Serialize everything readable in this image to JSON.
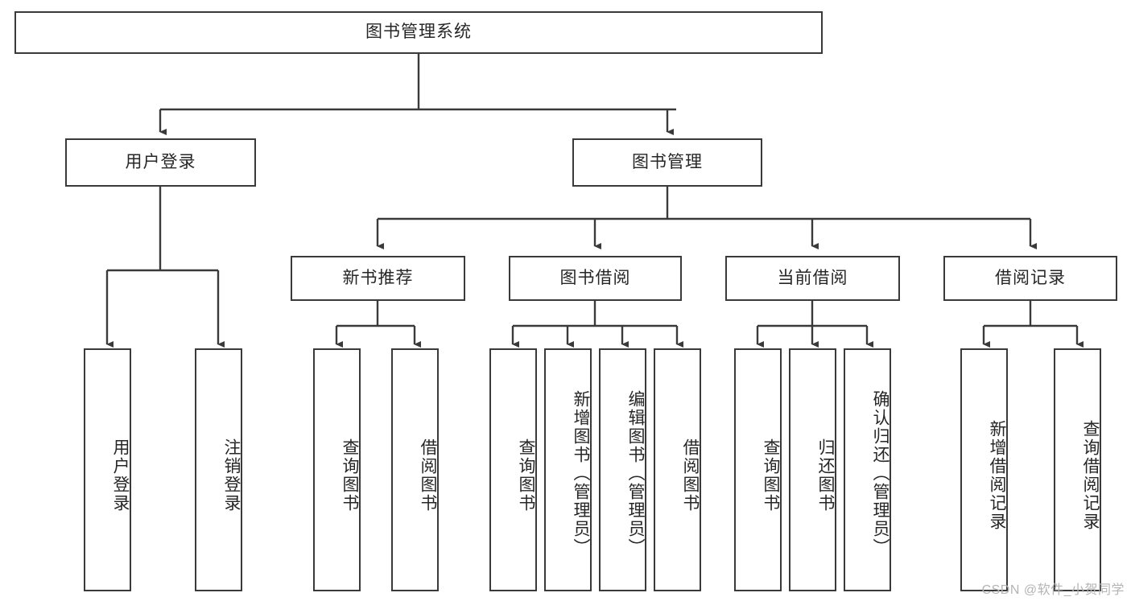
{
  "diagram": {
    "title": "图书管理系统",
    "type": "tree-structure-chart",
    "orientation": "top-down",
    "colors": {
      "box_border": "#3a3a3a",
      "box_fill": "#ffffff",
      "edge": "#3a3a3a",
      "text": "#262626",
      "watermark": "#b4b4b4",
      "background": "#ffffff"
    }
  },
  "nodes": {
    "root": {
      "label": "图书管理系统"
    },
    "level2": [
      {
        "id": "user-login",
        "label": "用户登录"
      },
      {
        "id": "book-management",
        "label": "图书管理"
      }
    ],
    "level3": [
      {
        "id": "new-book-recommend",
        "label": "新书推荐"
      },
      {
        "id": "book-borrow",
        "label": "图书借阅"
      },
      {
        "id": "current-borrow",
        "label": "当前借阅"
      },
      {
        "id": "borrow-record",
        "label": "借阅记录"
      }
    ],
    "leaves": {
      "user-login": [
        {
          "id": "leaf-user-login",
          "label": "用户登录"
        },
        {
          "id": "leaf-logout",
          "label": "注销登录"
        }
      ],
      "new-book-recommend": [
        {
          "id": "leaf-query-book-1",
          "label": "查询图书"
        },
        {
          "id": "leaf-borrow-book-1",
          "label": "借阅图书"
        }
      ],
      "book-borrow": [
        {
          "id": "leaf-query-book-2",
          "label": "查询图书"
        },
        {
          "id": "leaf-add-book",
          "label": "新增图书（管理员）"
        },
        {
          "id": "leaf-edit-book",
          "label": "编辑图书（管理员）"
        },
        {
          "id": "leaf-borrow-book-2",
          "label": "借阅图书"
        }
      ],
      "current-borrow": [
        {
          "id": "leaf-query-book-3",
          "label": "查询图书"
        },
        {
          "id": "leaf-return-book",
          "label": "归还图书"
        },
        {
          "id": "leaf-confirm-return",
          "label": "确认归还（管理员）"
        }
      ],
      "borrow-record": [
        {
          "id": "leaf-add-record",
          "label": "新增借阅记录"
        },
        {
          "id": "leaf-query-record",
          "label": "查询借阅记录"
        }
      ]
    }
  },
  "watermark": {
    "text": "CSDN @软件_小贺同学"
  }
}
